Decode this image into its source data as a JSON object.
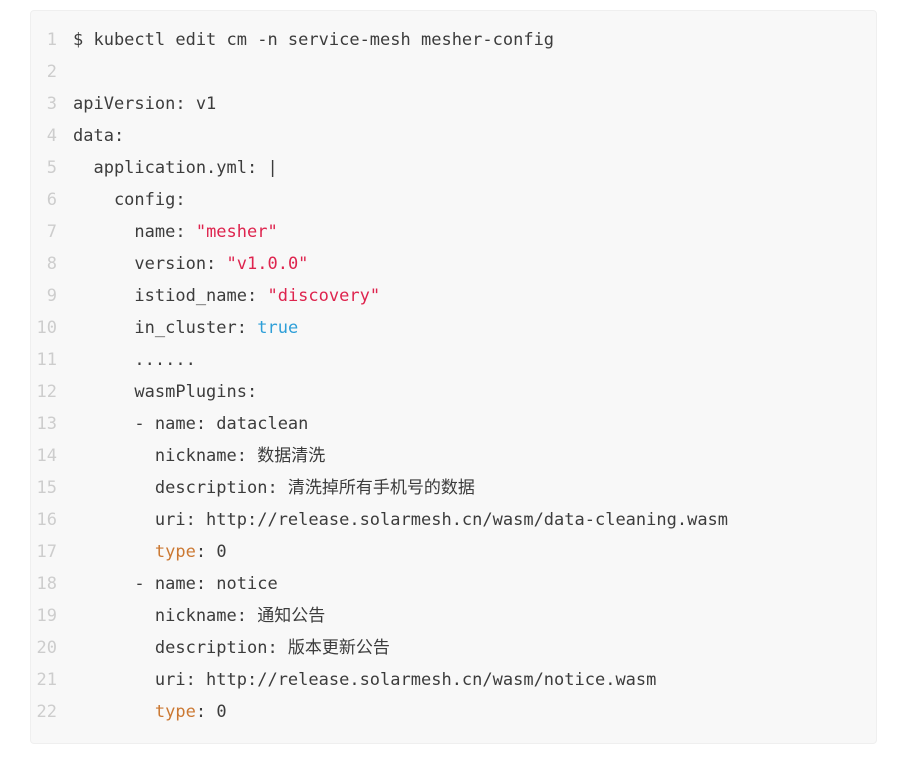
{
  "colors": {
    "page_background": "#ffffff",
    "block_background": "#f8f8f8",
    "block_border": "#efefef",
    "plain_text": "#3c3c3c",
    "line_number": "#cdcdcd",
    "string": "#de244e",
    "boolean": "#2e9fd8",
    "keyword": "#cb7832"
  },
  "code_block": {
    "language": "yaml",
    "lines": [
      {
        "num": "1",
        "segments": [
          {
            "text": "$ kubectl edit cm -n service-mesh mesher-config",
            "style": "plain"
          }
        ]
      },
      {
        "num": "2",
        "segments": []
      },
      {
        "num": "3",
        "segments": [
          {
            "text": "apiVersion: v1",
            "style": "plain"
          }
        ]
      },
      {
        "num": "4",
        "segments": [
          {
            "text": "data:",
            "style": "plain"
          }
        ]
      },
      {
        "num": "5",
        "segments": [
          {
            "text": "  application.yml: |",
            "style": "plain"
          }
        ]
      },
      {
        "num": "6",
        "segments": [
          {
            "text": "    config:",
            "style": "plain"
          }
        ]
      },
      {
        "num": "7",
        "segments": [
          {
            "text": "      name: ",
            "style": "plain"
          },
          {
            "text": "\"mesher\"",
            "style": "string"
          }
        ]
      },
      {
        "num": "8",
        "segments": [
          {
            "text": "      version: ",
            "style": "plain"
          },
          {
            "text": "\"v1.0.0\"",
            "style": "string"
          }
        ]
      },
      {
        "num": "9",
        "segments": [
          {
            "text": "      istiod_name: ",
            "style": "plain"
          },
          {
            "text": "\"discovery\"",
            "style": "string"
          }
        ]
      },
      {
        "num": "10",
        "segments": [
          {
            "text": "      in_cluster: ",
            "style": "plain"
          },
          {
            "text": "true",
            "style": "boolean"
          }
        ]
      },
      {
        "num": "11",
        "segments": [
          {
            "text": "      ......",
            "style": "plain"
          }
        ]
      },
      {
        "num": "12",
        "segments": [
          {
            "text": "      wasmPlugins:",
            "style": "plain"
          }
        ]
      },
      {
        "num": "13",
        "segments": [
          {
            "text": "      - name: dataclean",
            "style": "plain"
          }
        ]
      },
      {
        "num": "14",
        "segments": [
          {
            "text": "        nickname: 数据清洗",
            "style": "plain"
          }
        ]
      },
      {
        "num": "15",
        "segments": [
          {
            "text": "        description: 清洗掉所有手机号的数据",
            "style": "plain"
          }
        ]
      },
      {
        "num": "16",
        "segments": [
          {
            "text": "        uri: http://release.solarmesh.cn/wasm/data-cleaning.wasm",
            "style": "plain"
          }
        ]
      },
      {
        "num": "17",
        "segments": [
          {
            "text": "        ",
            "style": "plain"
          },
          {
            "text": "type",
            "style": "keyword"
          },
          {
            "text": ": 0",
            "style": "plain"
          }
        ]
      },
      {
        "num": "18",
        "segments": [
          {
            "text": "      - name: notice",
            "style": "plain"
          }
        ]
      },
      {
        "num": "19",
        "segments": [
          {
            "text": "        nickname: 通知公告",
            "style": "plain"
          }
        ]
      },
      {
        "num": "20",
        "segments": [
          {
            "text": "        description: 版本更新公告",
            "style": "plain"
          }
        ]
      },
      {
        "num": "21",
        "segments": [
          {
            "text": "        uri: http://release.solarmesh.cn/wasm/notice.wasm",
            "style": "plain"
          }
        ]
      },
      {
        "num": "22",
        "segments": [
          {
            "text": "        ",
            "style": "plain"
          },
          {
            "text": "type",
            "style": "keyword"
          },
          {
            "text": ": 0",
            "style": "plain"
          }
        ]
      }
    ]
  }
}
